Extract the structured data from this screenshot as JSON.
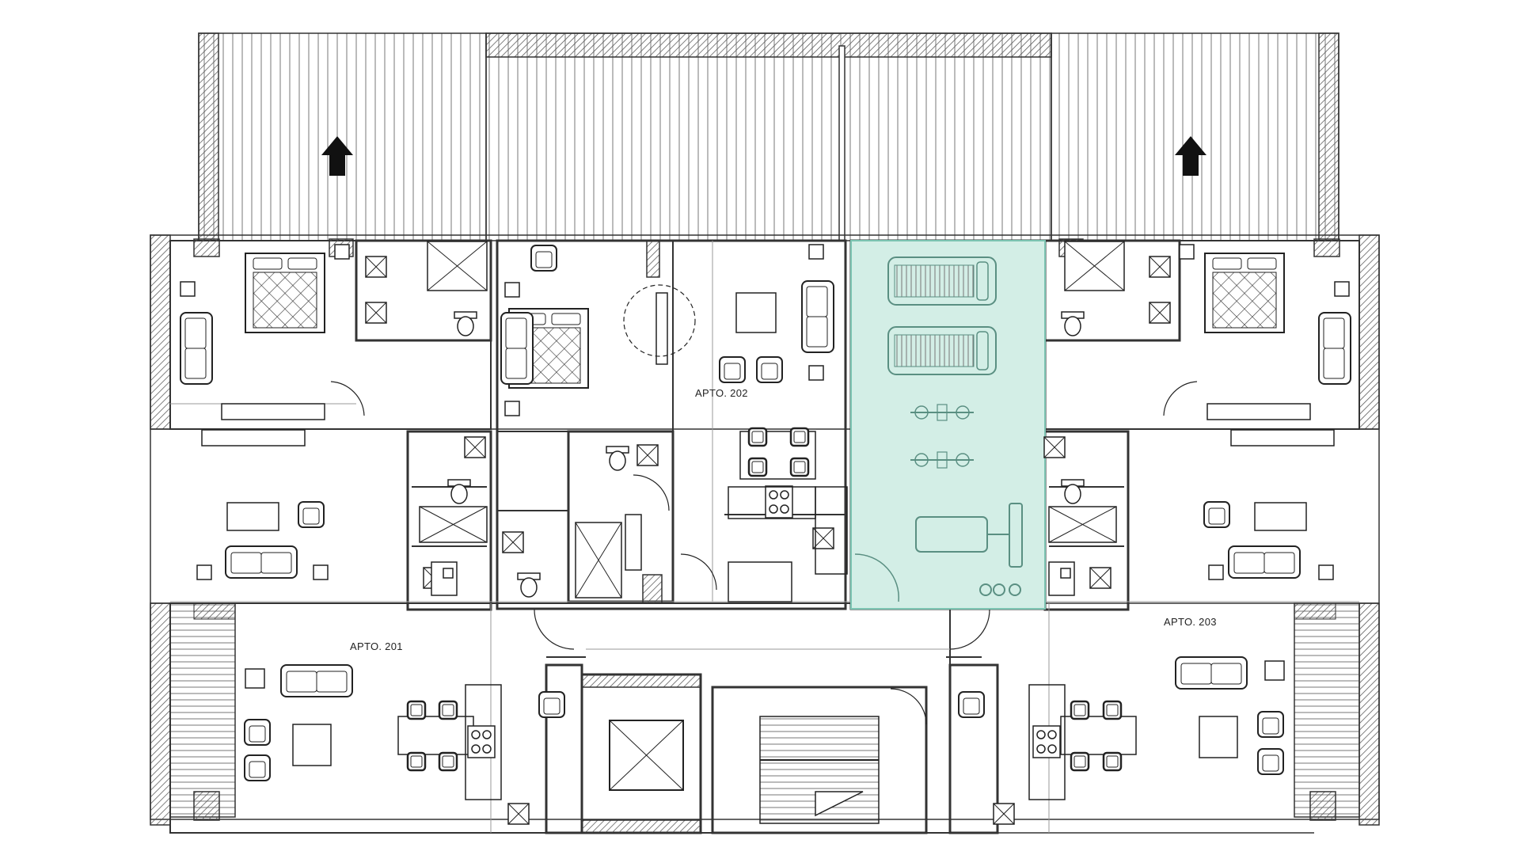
{
  "plan": {
    "labels": {
      "apto_201": "APTO. 201",
      "apto_202": "APTO. 202",
      "apto_203": "APTO. 203"
    },
    "colors": {
      "wall": "#333333",
      "line": "#444444",
      "gym_fill": "#d3eee6",
      "gym_stroke": "#7cc4b2",
      "hatch": "#666666"
    },
    "icons": [
      "north-arrow-icon",
      "bed-icon",
      "sofa-icon",
      "toilet-icon",
      "shower-icon",
      "stove-icon",
      "dining-chair-icon",
      "treadmill-icon",
      "exercise-bike-icon",
      "weight-bench-icon",
      "elevator-icon",
      "stair-icon"
    ]
  }
}
